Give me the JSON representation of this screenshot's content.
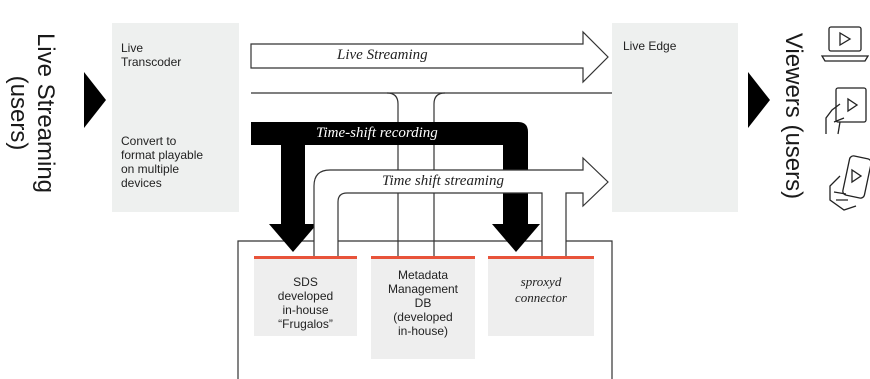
{
  "left_label": {
    "line1": "Live Streaming",
    "line2": "(users)"
  },
  "right_label": {
    "text": "Viewers (users)"
  },
  "transcoder": {
    "title_line1": "Live",
    "title_line2": "Transcoder",
    "desc_line1": "Convert to",
    "desc_line2": "format playable",
    "desc_line3": "on multiple",
    "desc_line4": "devices"
  },
  "live_edge": {
    "title": "Live Edge"
  },
  "flows": {
    "live_streaming": "Live Streaming",
    "time_shift_recording": "Time-shift recording",
    "time_shift_streaming": "Time shift streaming"
  },
  "components": {
    "sds": "SDS\ndeveloped\nin-house\n“Frugalos”",
    "metadata": "Metadata\nManagement\nDB\n(developed\nin-house)",
    "sproxyd": "sproxyd\nconnector"
  },
  "icons": [
    "monitor-gear-icon",
    "laptop-play-icon",
    "tablet-hand-play-icon",
    "phone-hand-play-icon"
  ],
  "colors": {
    "accent": "#e8533a",
    "box": "#eef0ef",
    "arrow_dark": "#000000"
  }
}
